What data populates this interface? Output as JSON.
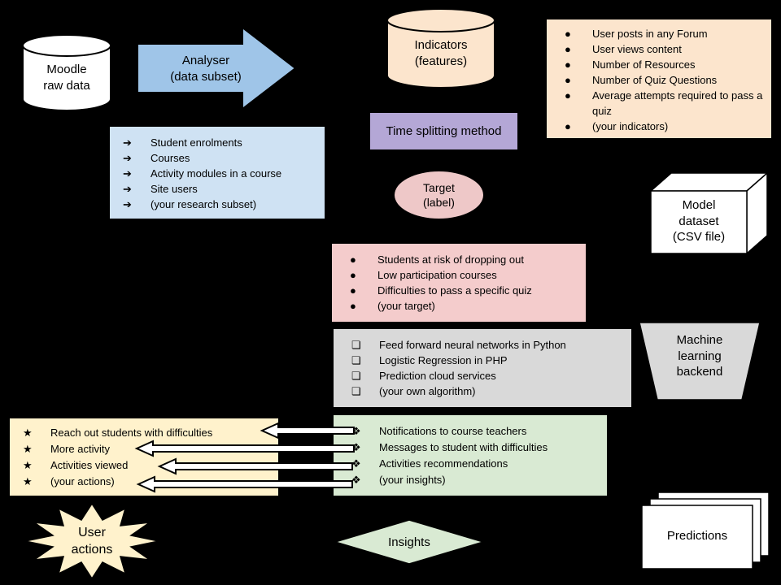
{
  "diagram": {
    "background": "#000000",
    "connector_arrow_fill": "#ffffff",
    "connector_arrow_stroke": "#000000"
  },
  "nodes": {
    "moodle_raw_data": {
      "label": "Moodle\nraw data",
      "shape": "cylinder",
      "color": "#ffffff"
    },
    "analyser": {
      "label": "Analyser\n(data subset)",
      "shape": "right-arrow",
      "color": "#9fc5e8"
    },
    "indicators": {
      "label": "Indicators\n(features)",
      "shape": "cylinder",
      "color": "#fce5cd"
    },
    "time_splitting_method": {
      "label": "Time splitting method",
      "shape": "rectangle",
      "color": "#b4a7d6"
    },
    "target": {
      "label": "Target\n(label)",
      "shape": "ellipse",
      "color": "#eec8c8"
    },
    "model_dataset": {
      "label": "Model\ndataset\n(CSV file)",
      "shape": "cube",
      "color": "#ffffff"
    },
    "machine_learning_backend": {
      "label": "Machine\nlearning\nbackend",
      "shape": "trapezoid",
      "color": "#d9d9d9"
    },
    "user_actions": {
      "label": "User\nactions",
      "shape": "starburst",
      "color": "#fff2cc"
    },
    "insights": {
      "label": "Insights",
      "shape": "diamond",
      "color": "#d9ead3"
    },
    "predictions": {
      "label": "Predictions",
      "shape": "stacked-pages",
      "color": "#ffffff"
    }
  },
  "lists": {
    "indicator_examples": {
      "color": "#fce5cd",
      "bullet": "●",
      "items": [
        "User posts in any Forum",
        "User views content",
        "Number of Resources",
        "Number of Quiz Questions",
        "Average attempts required to pass a quiz",
        "(your indicators)"
      ]
    },
    "moodle_subset": {
      "color": "#cfe2f3",
      "bullet": "➔",
      "items": [
        "Student enrolments",
        "Courses",
        "Activity modules in a course",
        "Site users",
        "(your research subset)"
      ]
    },
    "target_examples": {
      "color": "#f4cccc",
      "bullet": "●",
      "items": [
        "Students at risk of dropping out",
        "Low participation courses",
        "Difficulties to pass a specific quiz",
        "(your target)"
      ]
    },
    "algorithms": {
      "color": "#d9d9d9",
      "bullet": "❏",
      "items": [
        "Feed forward neural networks in Python",
        "Logistic Regression in PHP",
        "Prediction cloud services",
        "(your own algorithm)"
      ]
    },
    "insight_examples": {
      "color": "#d9ead3",
      "bullet": "❖",
      "items": [
        "Notifications to course teachers",
        "Messages to student with difficulties",
        "Activities recommendations",
        "(your insights)"
      ]
    },
    "action_examples": {
      "color": "#fff2cc",
      "bullet": "★",
      "items": [
        "Reach out students with difficulties",
        "More activity",
        "Activities viewed",
        "(your actions)"
      ]
    }
  }
}
